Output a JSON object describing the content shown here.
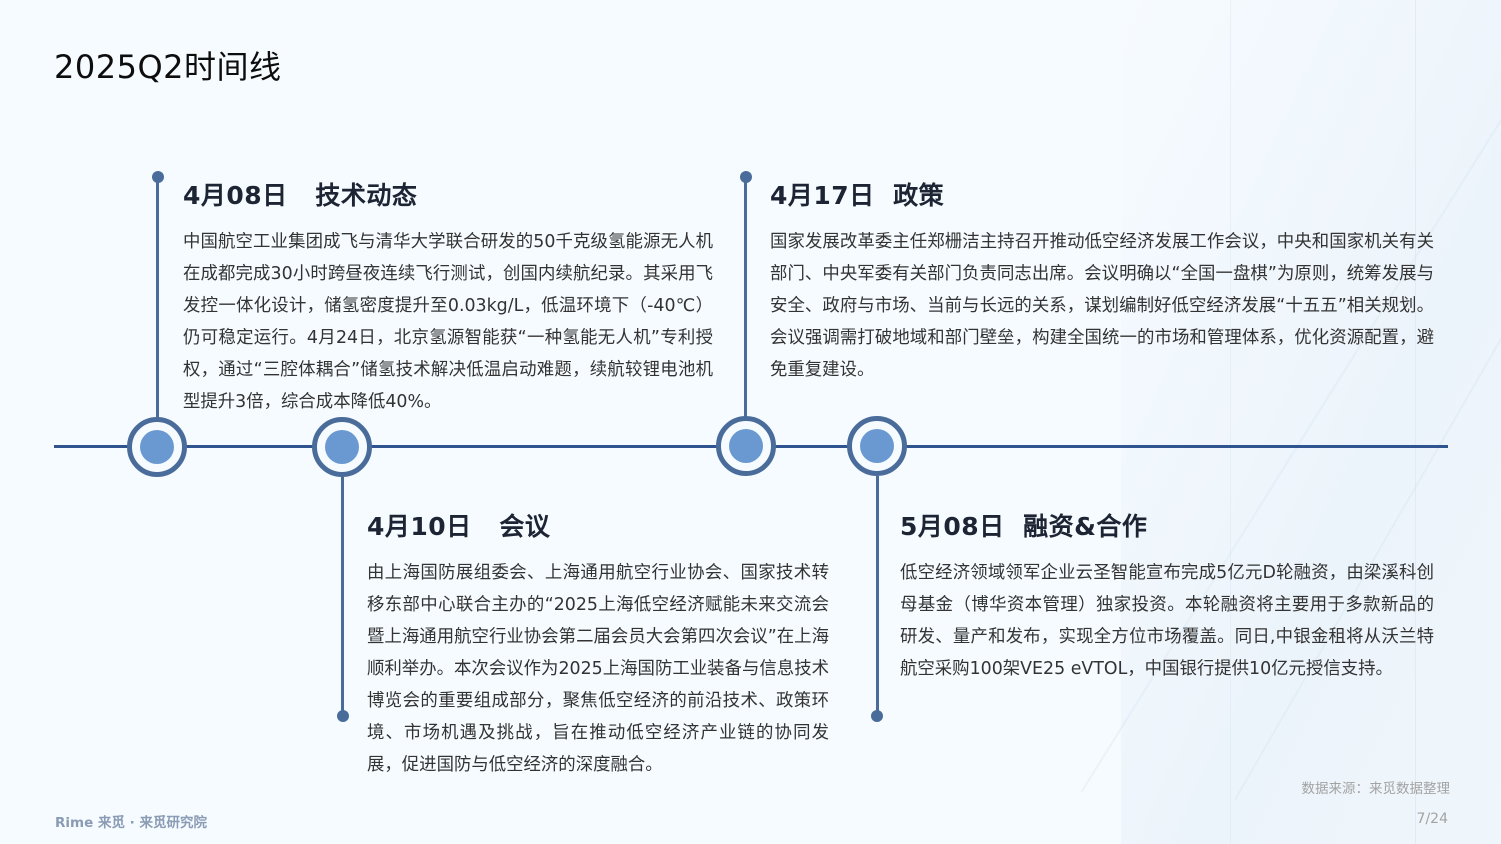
{
  "header": {
    "title": "2025Q2时间线"
  },
  "theme": {
    "axis_color": "#2f5490",
    "node_ring_color": "#4a6c9b",
    "node_dot_color": "#6a99d2",
    "background": "#f6fbff"
  },
  "timeline": {
    "events": [
      {
        "date": "4月08日",
        "category": "技术动态",
        "position": "above",
        "text": "中国航空工业集团成飞与清华大学联合研发的50千克级氢能源无人机在成都完成30小时跨昼夜连续飞行测试，创国内续航纪录。其采用飞发控一体化设计，储氢密度提升至0.03kg/L，低温环境下（-40℃）仍可稳定运行。4月24日，北京氢源智能获“一种氢能无人机”专利授权，通过“三腔体耦合”储氢技术解决低温启动难题，续航较锂电池机型提升3倍，综合成本降低40%。"
      },
      {
        "date": "4月10日",
        "category": "会议",
        "position": "below",
        "text": "由上海国防展组委会、上海通用航空行业协会、国家技术转移东部中心联合主办的“2025上海低空经济赋能未来交流会暨上海通用航空行业协会第二届会员大会第四次会议”在上海顺利举办。本次会议作为2025上海国防工业装备与信息技术博览会的重要组成部分，聚焦低空经济的前沿技术、政策环境、市场机遇及挑战，旨在推动低空经济产业链的协同发展，促进国防与低空经济的深度融合。"
      },
      {
        "date": "4月17日",
        "category": "政策",
        "position": "above",
        "text": "国家发展改革委主任郑栅洁主持召开推动低空经济发展工作会议，中央和国家机关有关部门、中央军委有关部门负责同志出席。会议明确以“全国一盘棋”为原则，统筹发展与安全、政府与市场、当前与长远的关系，谋划编制好低空经济发展“十五五”相关规划。会议强调需打破地域和部门壁垒，构建全国统一的市场和管理体系，优化资源配置，避免重复建设。"
      },
      {
        "date": "5月08日",
        "category": "融资&合作",
        "position": "below",
        "text": "低空经济领域领军企业云圣智能宣布完成5亿元D轮融资，由梁溪科创母基金（博华资本管理）独家投资。本轮融资将主要用于多款新品的研发、量产和发布，实现全方位市场覆盖。同日,中银金租将从沃兰特航空采购100架VE25 eVTOL，中国银行提供10亿元授信支持。"
      }
    ]
  },
  "footer": {
    "brand": "Rime 来觅 · 来觅研究院",
    "source": "数据来源：来觅数据整理",
    "page": "7/24"
  }
}
